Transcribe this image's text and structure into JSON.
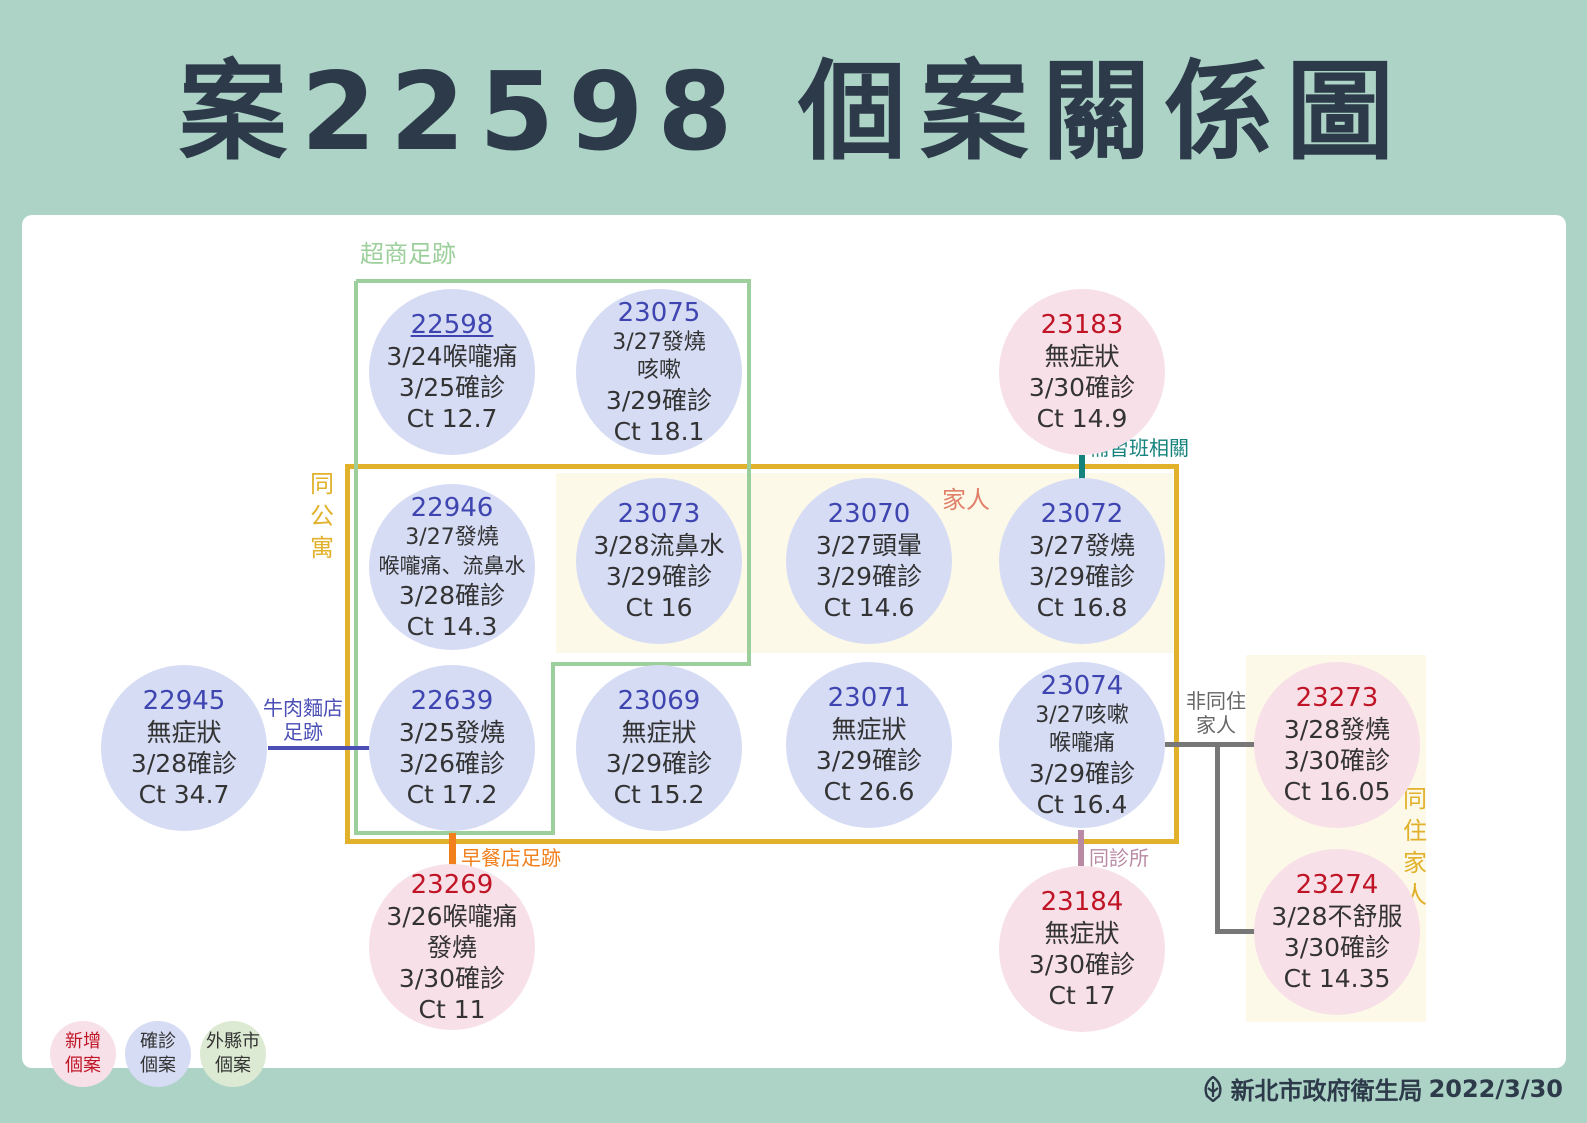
{
  "title": "案22598 個案關係圖",
  "groups": {
    "store": "超商足跡",
    "apartment": "同公寓",
    "family": "家人",
    "cohabit": "同住家人"
  },
  "links": {
    "beef_noodle_line1": "牛肉麵店",
    "beef_noodle_line2": "足跡",
    "cram_school": "補習班相關",
    "breakfast": "早餐店足跡",
    "same_clinic": "同診所",
    "non_cohabit_line1": "非同住",
    "non_cohabit_line2": "家人"
  },
  "colors": {
    "store": "#9ccf9b",
    "apartment": "#e1b12b",
    "family_bg": "#fdf9e8",
    "beef_noodle": "#4b4fb5",
    "cram_school": "#15827e",
    "breakfast": "#f07f1c",
    "same_clinic": "#b98aa3",
    "non_cohabit": "#777777",
    "new_case": "#c01526",
    "confirmed_case": "#3f45b0"
  },
  "cases": {
    "c22598": {
      "id": "22598",
      "lines": [
        "3/24喉嚨痛",
        "3/25確診",
        "Ct 12.7"
      ]
    },
    "c23075": {
      "id": "23075",
      "lines": [
        "3/27發燒",
        "咳嗽",
        "3/29確診",
        "Ct 18.1"
      ]
    },
    "c23183": {
      "id": "23183",
      "lines": [
        "無症狀",
        "3/30確診",
        "Ct 14.9"
      ]
    },
    "c22946": {
      "id": "22946",
      "lines": [
        "3/27發燒",
        "喉嚨痛、流鼻水",
        "3/28確診",
        "Ct 14.3"
      ]
    },
    "c23073": {
      "id": "23073",
      "lines": [
        "3/28流鼻水",
        "3/29確診",
        "Ct 16"
      ]
    },
    "c23070": {
      "id": "23070",
      "lines": [
        "3/27頭暈",
        "3/29確診",
        "Ct 14.6"
      ]
    },
    "c23072": {
      "id": "23072",
      "lines": [
        "3/27發燒",
        "3/29確診",
        "Ct 16.8"
      ]
    },
    "c22945": {
      "id": "22945",
      "lines": [
        "無症狀",
        "3/28確診",
        "Ct 34.7"
      ]
    },
    "c22639": {
      "id": "22639",
      "lines": [
        "3/25發燒",
        "3/26確診",
        "Ct 17.2"
      ]
    },
    "c23069": {
      "id": "23069",
      "lines": [
        "無症狀",
        "3/29確診",
        "Ct 15.2"
      ]
    },
    "c23071": {
      "id": "23071",
      "lines": [
        "無症狀",
        "3/29確診",
        "Ct 26.6"
      ]
    },
    "c23074": {
      "id": "23074",
      "lines": [
        "3/27咳嗽",
        "喉嚨痛",
        "3/29確診",
        "Ct 16.4"
      ]
    },
    "c23273": {
      "id": "23273",
      "lines": [
        "3/28發燒",
        "3/30確診",
        "Ct 16.05"
      ]
    },
    "c23269": {
      "id": "23269",
      "lines": [
        "3/26喉嚨痛",
        "發燒",
        "3/30確診",
        "Ct 11"
      ]
    },
    "c23184": {
      "id": "23184",
      "lines": [
        "無症狀",
        "3/30確診",
        "Ct 17"
      ]
    },
    "c23274": {
      "id": "23274",
      "lines": [
        "3/28不舒服",
        "3/30確診",
        "Ct 14.35"
      ]
    }
  },
  "legend": {
    "new": [
      "新增",
      "個案"
    ],
    "confirmed": [
      "確診",
      "個案"
    ],
    "other_county": [
      "外縣市",
      "個案"
    ]
  },
  "footer": {
    "agency": "新北市政府衛生局",
    "date": "2022/3/30"
  }
}
